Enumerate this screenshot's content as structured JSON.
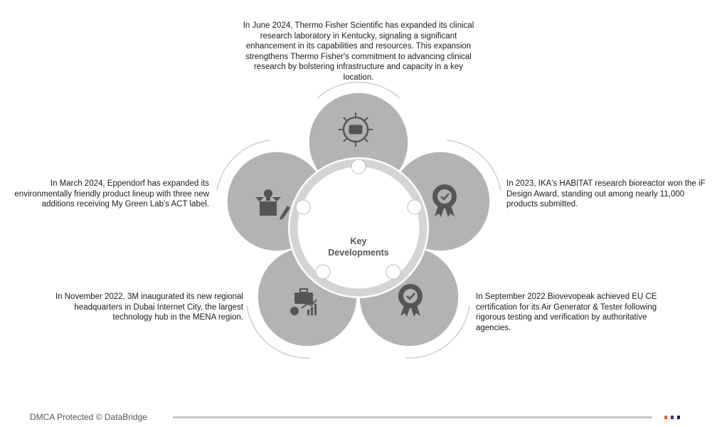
{
  "center_label": "Key Developments",
  "center_lines": [
    "Key",
    "Developments"
  ],
  "items": [
    {
      "text": "In June 2024, Thermo Fisher Scientific has expanded its clinical research laboratory in Kentucky, signaling a significant enhancement in its capabilities and resources. This expansion strengthens Thermo Fisher's commitment to advancing clinical research by bolstering infrastructure and capacity in a key location.",
      "icon": "distribution-box-icon"
    },
    {
      "text": "In 2023, IKA's HABITAT research bioreactor won the iF Design Award, standing out among nearly 11,000 products submitted.",
      "icon": "award-badge-icon"
    },
    {
      "text": "In September 2022 Biovevopeak achieved EU CE certification for its Air Generator & Tester following rigorous testing and verification by authoritative agencies.",
      "icon": "award-badge-icon"
    },
    {
      "text": "In November 2022, 3M inaugurated its new regional headquarters in Dubai Internet City, the largest technology hub in the MENA region.",
      "icon": "business-growth-icon"
    },
    {
      "text": "In March 2024, Eppendorf has expanded its environmentally friendly product lineup with three new additions receiving My Green Lab's ACT label.",
      "icon": "product-idea-icon"
    }
  ],
  "footer": {
    "text": "DMCA Protected © DataBridge"
  },
  "colors": {
    "circle": "#b3b3b3",
    "ring": "#d4d4d4",
    "icon": "#555555",
    "sq1": "#f05a22",
    "sq2": "#2b3990",
    "sq3": "#1b1f4b"
  }
}
